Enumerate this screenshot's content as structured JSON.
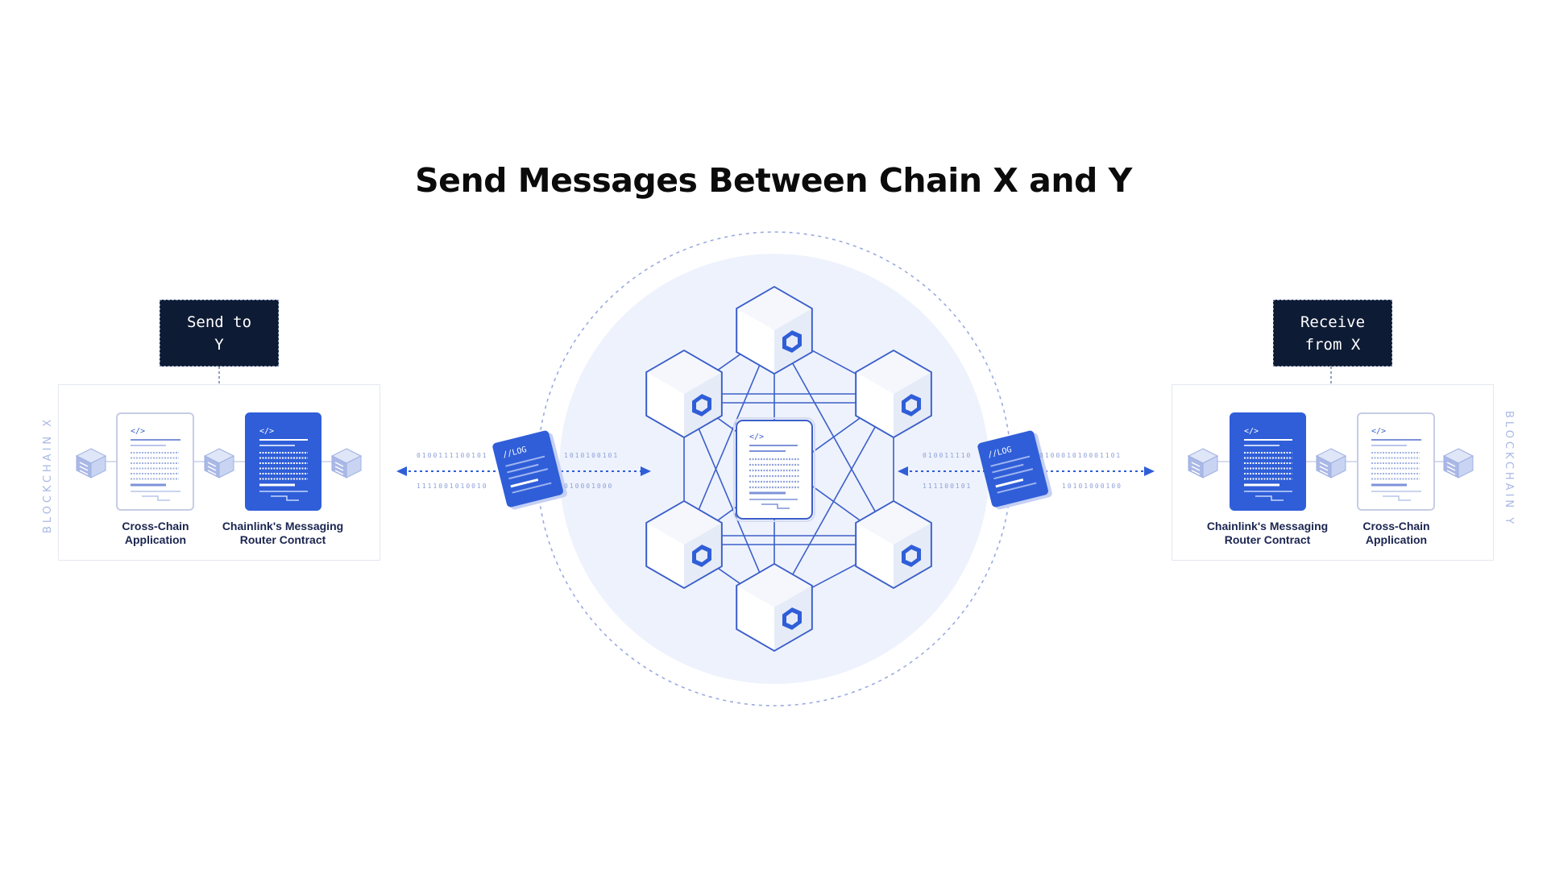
{
  "title": "Send Messages Between Chain X and Y",
  "left": {
    "tag_line1": "Send to",
    "tag_line2": "Y",
    "chain_label": "BLOCKCHAIN X",
    "app_caption_line1": "Cross-Chain",
    "app_caption_line2": "Application",
    "router_caption_line1": "Chainlink's Messaging",
    "router_caption_line2": "Router Contract",
    "bits_top_left": "0100111100101",
    "bits_top_right": "1010100101",
    "bits_bottom_left": "1111001010010",
    "bits_bottom_right": "010001000"
  },
  "right": {
    "tag_line1": "Receive",
    "tag_line2": "from X",
    "chain_label": "BLOCKCHAIN Y",
    "router_caption_line1": "Chainlink's Messaging",
    "router_caption_line2": "Router Contract",
    "app_caption_line1": "Cross-Chain",
    "app_caption_line2": "Application",
    "bits_top_left": "010011110",
    "bits_top_right": "010001010001101",
    "bits_bottom_left": "111100101",
    "bits_bottom_right": "10101000100"
  },
  "log_label": "//LOG",
  "code_label": "</>",
  "colors": {
    "brand_blue": "#2f5ed8",
    "dark_navy": "#0e1b34",
    "light_circle": "#eef2fc",
    "line_blue": "#3b5fc9"
  }
}
